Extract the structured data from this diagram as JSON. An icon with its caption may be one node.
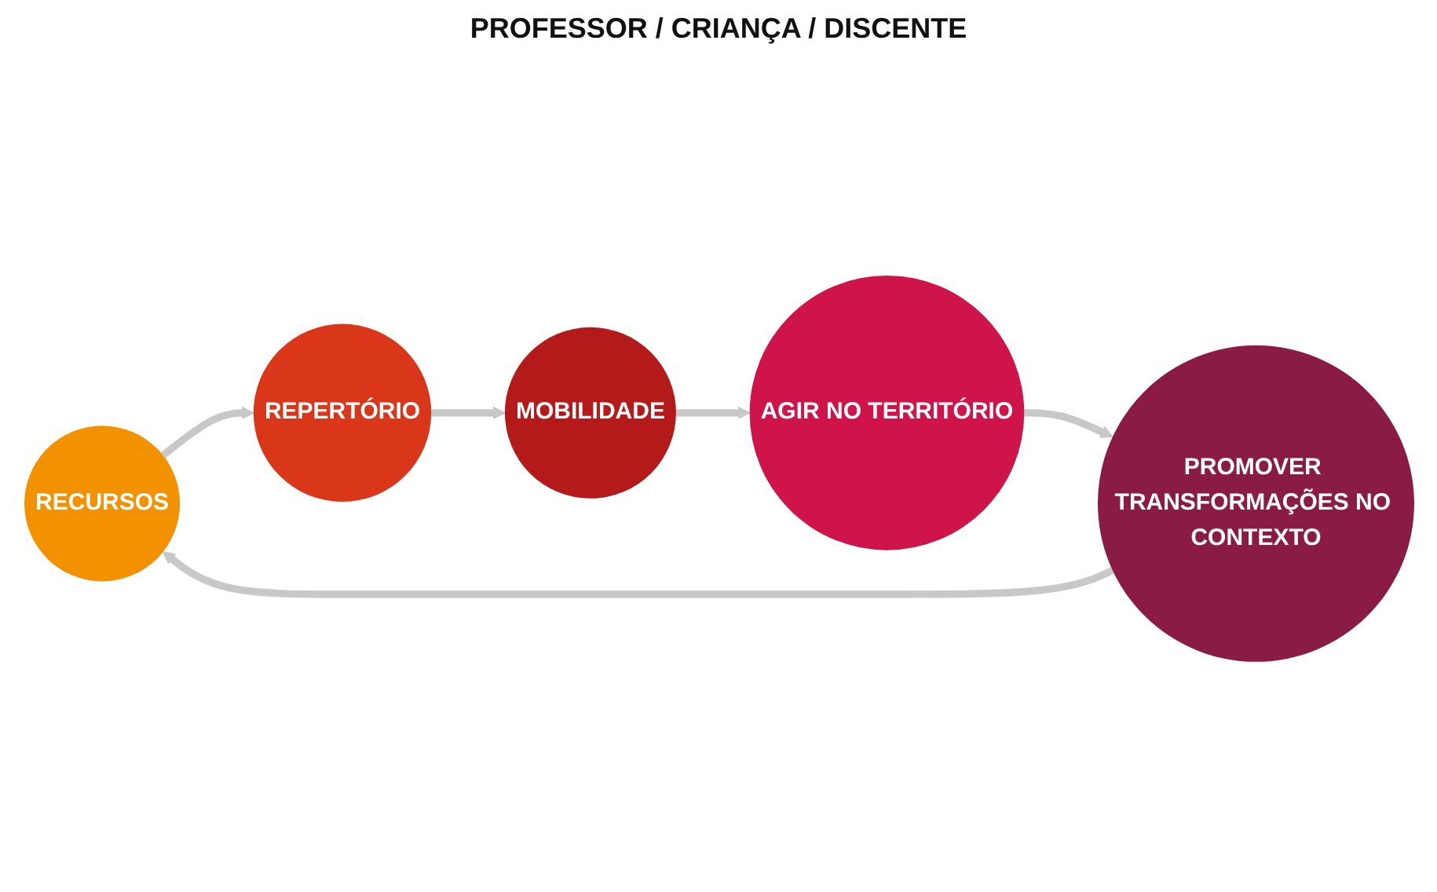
{
  "diagram": {
    "nodes": [
      {
        "text": [
          "RECURSOS"
        ]
      },
      {
        "text": [
          "REPERTÓRIO"
        ]
      },
      {
        "text": [
          "MOBILIDADE"
        ]
      },
      {
        "text": [
          "AGIR NO TERRITÓRIO"
        ]
      },
      {
        "text": [
          "PROMOVER TRANSFORMAÇÕES NO CONTEXTO"
        ]
      }
    ],
    "edges": [
      {
        "from": 0,
        "to": 1,
        "arrow": "to"
      },
      {
        "from": 1,
        "to": 2,
        "arrow": "to"
      },
      {
        "from": 2,
        "to": 3,
        "arrow": "to"
      },
      {
        "from": 3,
        "to": 4,
        "arrow": "to"
      },
      {
        "from": 4,
        "to": 0,
        "arrow": "to"
      }
    ],
    "labels": [
      "PROFESSOR / CRIANÇA / DISCENTE"
    ]
  }
}
